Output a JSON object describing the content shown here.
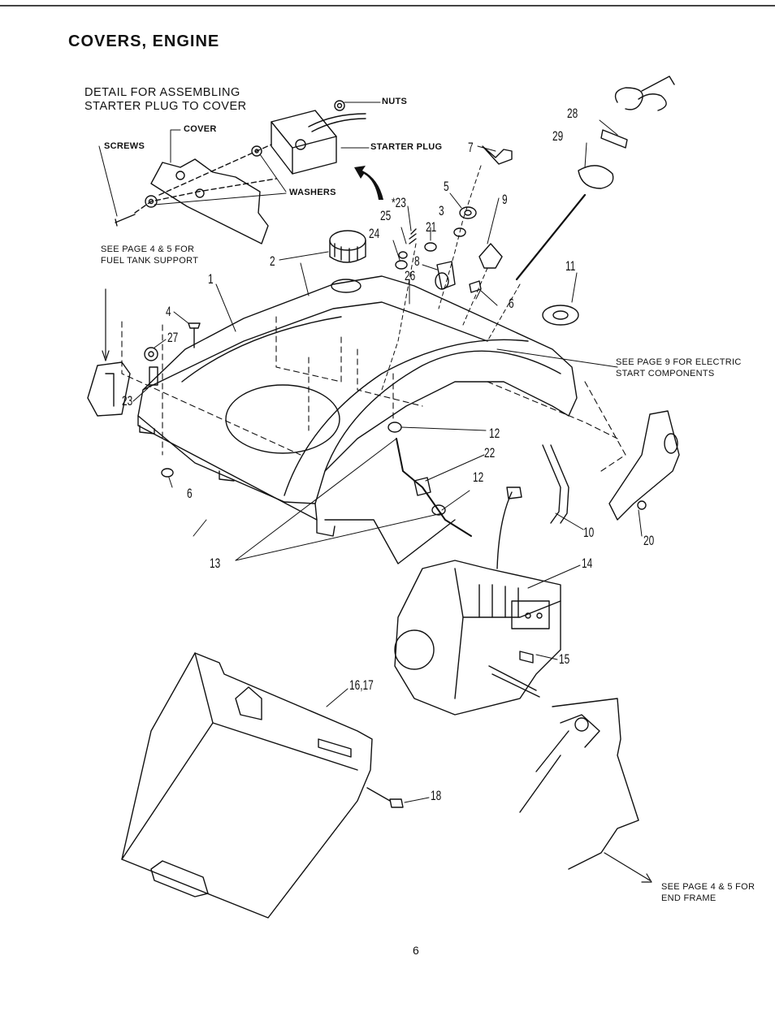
{
  "page": {
    "title": "COVERS, ENGINE",
    "page_number": "6"
  },
  "detail": {
    "title": "DETAIL FOR ASSEMBLING STARTER PLUG TO COVER",
    "labels": {
      "nuts": "NUTS",
      "cover": "COVER",
      "screws": "SCREWS",
      "starter_plug": "STARTER PLUG",
      "washers": "WASHERS"
    }
  },
  "notes": {
    "fuel_tank": "SEE PAGE 4 & 5 FOR FUEL TANK SUPPORT",
    "electric_start": "SEE PAGE 9 FOR ELECTRIC START COMPONENTS",
    "end_frame": "SEE PAGE 4 & 5 FOR END FRAME"
  },
  "callouts": {
    "c1": "1",
    "c2": "2",
    "c3": "3",
    "c4": "4",
    "c5": "5",
    "c6a": "6",
    "c6b": "6",
    "c7": "7",
    "c8": "8",
    "c9": "9",
    "c10": "10",
    "c11": "11",
    "c12a": "12",
    "c12b": "12",
    "c13": "13",
    "c14": "14",
    "c15": "15",
    "c16_17": "16,17",
    "c18": "18",
    "c20": "20",
    "c21": "21",
    "c22": "22",
    "c23a": "*23",
    "c23b": "23",
    "c24": "24",
    "c25": "25",
    "c26": "26",
    "c27": "27",
    "c28": "28",
    "c29": "29"
  }
}
